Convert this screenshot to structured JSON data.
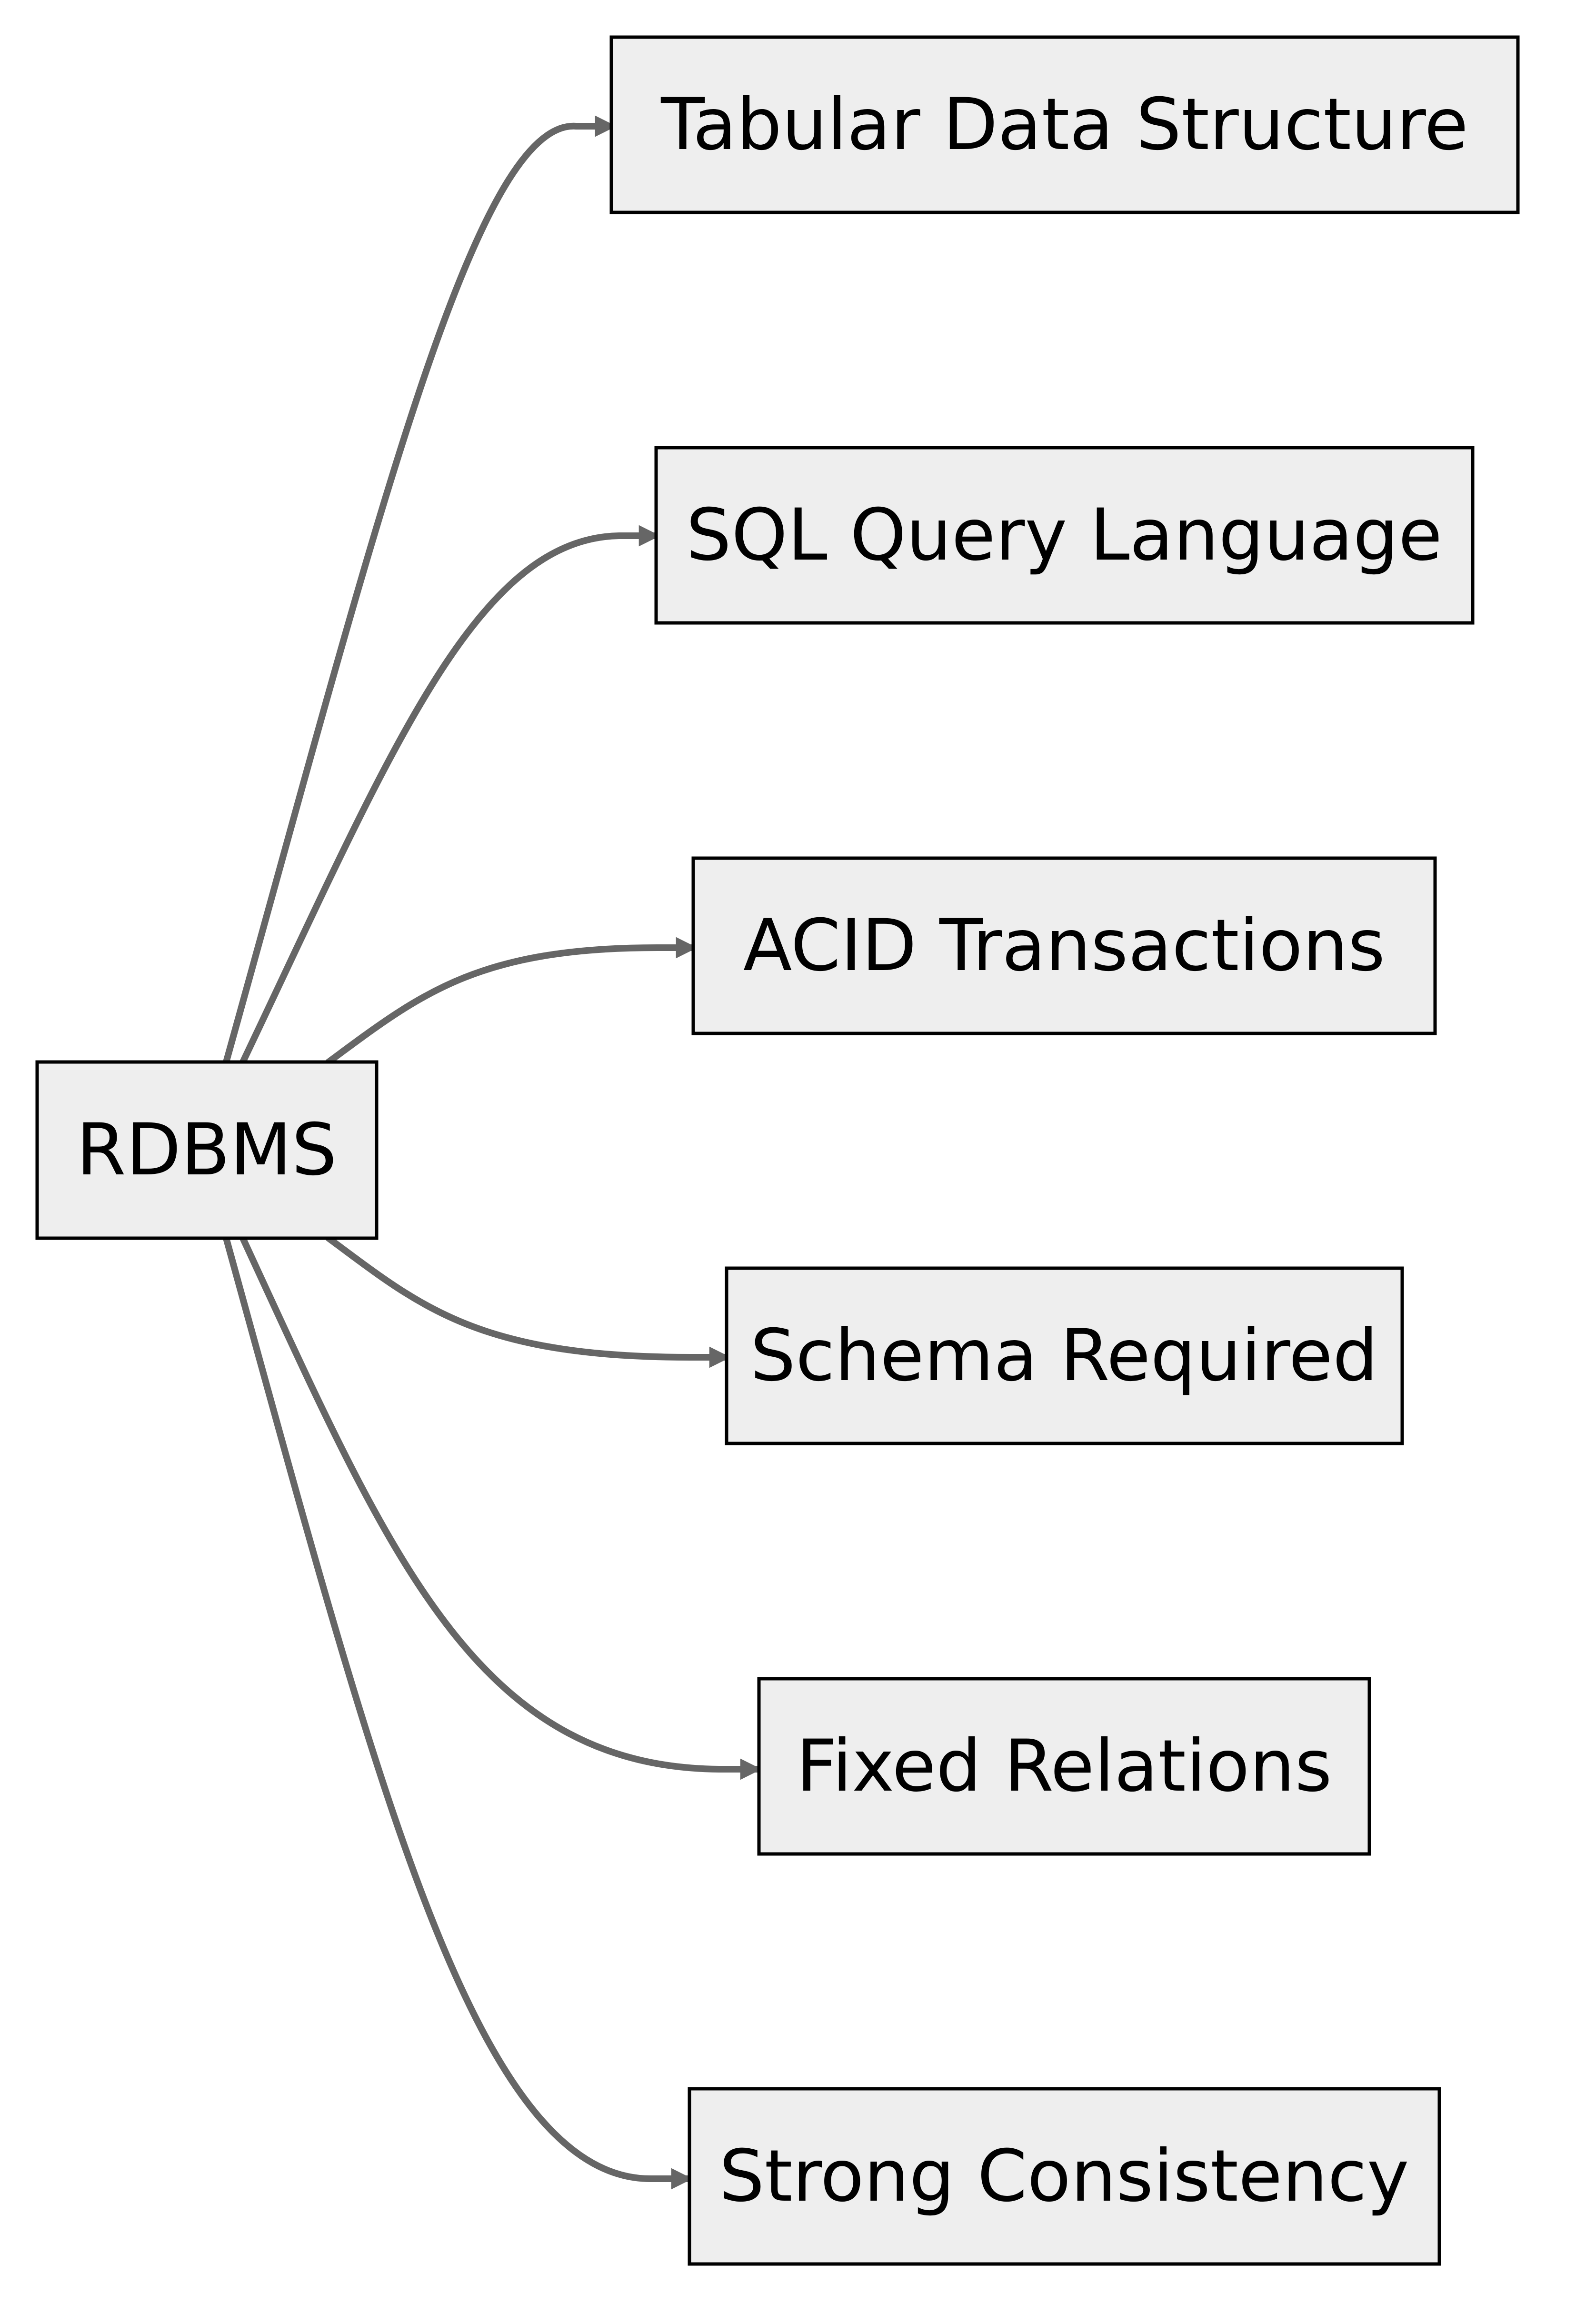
{
  "diagram": {
    "type": "flowchart",
    "direction": "left-to-right",
    "colors": {
      "node_fill": "#eeeeee",
      "node_stroke": "#000000",
      "edge_color": "#666666",
      "text": "#000000"
    },
    "root": {
      "id": "rdbms",
      "label": "RDBMS"
    },
    "children": [
      {
        "id": "tabular",
        "label": "Tabular Data Structure"
      },
      {
        "id": "sql",
        "label": "SQL Query Language"
      },
      {
        "id": "acid",
        "label": "ACID Transactions"
      },
      {
        "id": "schema",
        "label": "Schema Required"
      },
      {
        "id": "relations",
        "label": "Fixed Relations"
      },
      {
        "id": "consistency",
        "label": "Strong Consistency"
      }
    ],
    "edges": [
      {
        "from": "rdbms",
        "to": "tabular"
      },
      {
        "from": "rdbms",
        "to": "sql"
      },
      {
        "from": "rdbms",
        "to": "acid"
      },
      {
        "from": "rdbms",
        "to": "schema"
      },
      {
        "from": "rdbms",
        "to": "relations"
      },
      {
        "from": "rdbms",
        "to": "consistency"
      }
    ]
  }
}
